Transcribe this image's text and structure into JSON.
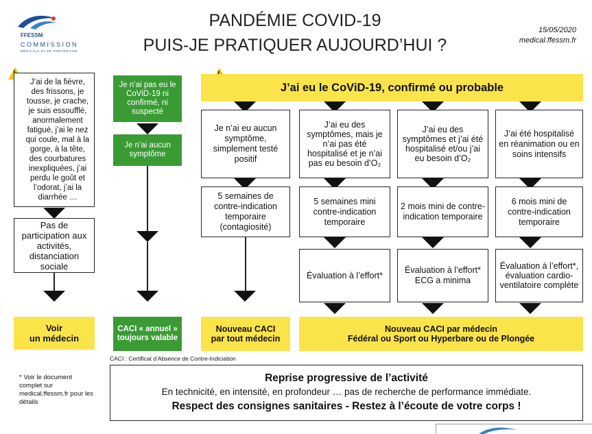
{
  "header": {
    "logo_top": "FFESSM",
    "logo_commission": "COMMISSION",
    "logo_sub": "MÉDICALE ET DE PRÉVENTION",
    "title_line1": "PANDÉMIE COVID-19",
    "title_line2": "PUIS-JE PRATIQUER AUJOURD’HUI ?",
    "date": "15/05/2020",
    "site": "medical.ffessm.fr"
  },
  "left_column": {
    "symptoms": "J’ai de la fièvre, des frissons, je tousse, je crache, je suis essoufflé, anormalement fatigué, j’ai le nez qui coule, mal à la gorge, à la tête, des courbatures inexpliquées, j’ai perdu le goût et l’odorat, j’ai la diarrhée …",
    "no_activity": "Pas de participation aux activités, distanciation sociale",
    "result_line1": "Voir",
    "result_line2": "un médecin"
  },
  "green_column": {
    "not_covid": "Je n’ai pas eu le CoViD-19 ni confirmé, ni suspecté",
    "no_symptom": "Je n’ai aucun symptôme",
    "result": "CACI « annuel » toujours valable"
  },
  "covid_banner": "J’ai eu le CoViD-19, confirmé ou probable",
  "cases": [
    {
      "case": "Je n’ai eu aucun symptôme, simplement testé positif",
      "duration": "5 semaines de contre-indication temporaire (contagiosité)"
    },
    {
      "case": "J’ai eu des symptômes, mais je n’ai pas été hospitalisé et je n’ai pas eu besoin d’O₂",
      "duration": "5 semaines mini contre-indication temporaire",
      "evaluation": "Évaluation à l’effort*"
    },
    {
      "case": "J’ai eu des symptômes et j’ai été hospitalisé et/ou j’ai eu besoin d’O₂",
      "duration": "2 mois mini de contre-indication temporaire",
      "evaluation": "Évaluation à l’effort* ECG a minima"
    },
    {
      "case": "J’ai été hospitalisé en réanimation ou en soins intensifs",
      "duration": "6 mois mini de contre-indication temporaire",
      "evaluation": "Évaluation à l’effort*, évaluation cardio-ventilatoire complète"
    }
  ],
  "results": {
    "any_doctor_line1": "Nouveau CACI",
    "any_doctor_line2": "par tout médecin",
    "specialist_line1": "Nouveau CACI par médecin",
    "specialist_line2": "Fédéral ou Sport ou Hyperbare ou de Plongée"
  },
  "caci_note": "CACI : Certificat d’Absence de Contre-Indiciation",
  "footnote": "* Voir le document complet sur medical.ffessm.fr pour les détails",
  "bottom": {
    "title": "Reprise progressive de l’activité",
    "line": "En technicité, en intensité, en profondeur … pas de recherche de performance immédiate.",
    "respect": "Respect des consignes sanitaires - Restez à l’écoute de votre corps !"
  },
  "colors": {
    "green": "#3a9b35",
    "yellow": "#fbe34a",
    "warning": "#f6c500",
    "logo_blue": "#1f4f97",
    "logo_red": "#e03a2f"
  }
}
